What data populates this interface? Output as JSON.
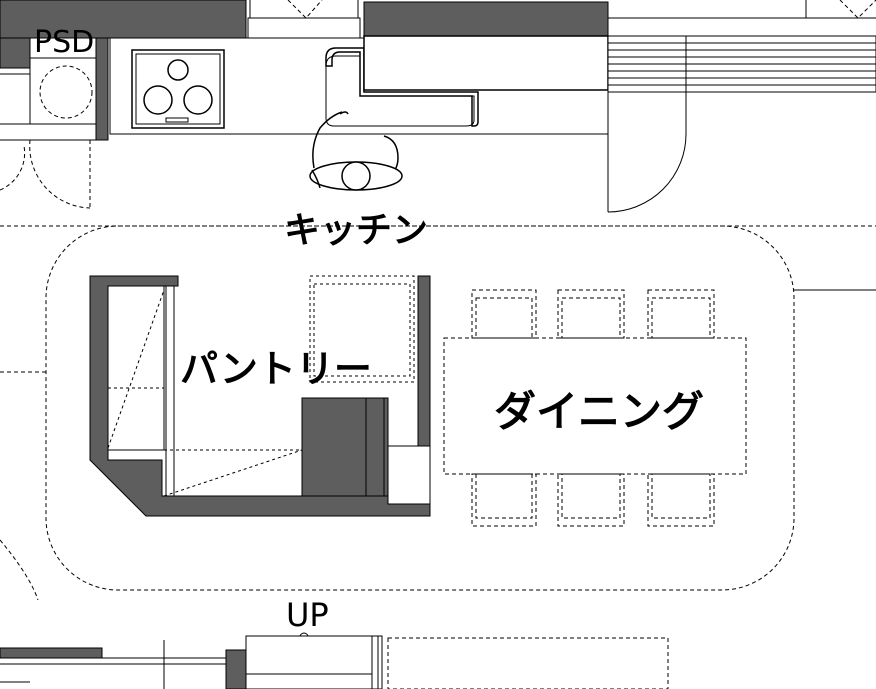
{
  "labels": {
    "psd": "PSD",
    "kitchen": "キッチン",
    "pantry": "パントリー",
    "dining": "ダイニング",
    "up": "UP"
  },
  "colors": {
    "wall": "#5e5e5e",
    "line": "#000000",
    "background": "#ffffff"
  }
}
